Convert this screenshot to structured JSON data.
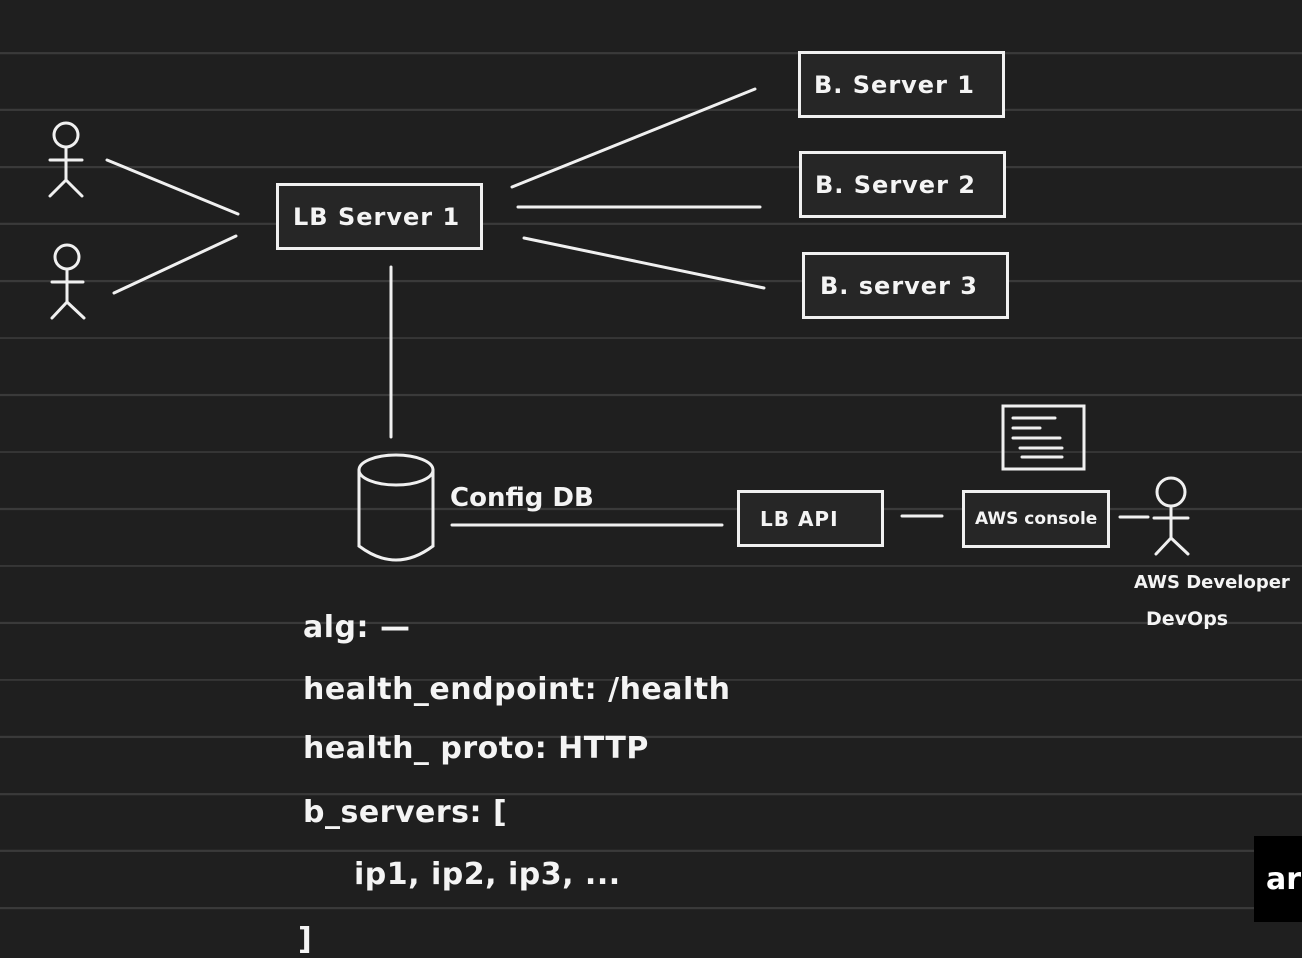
{
  "diagram": {
    "lb_server": "LB Server 1",
    "backends": [
      "B. Server 1",
      "B. Server 2",
      "B. server 3"
    ],
    "config_db": "Config DB",
    "lb_api": "LB API",
    "aws_console": "AWS console",
    "developer_label_1": "AWS Developer",
    "developer_label_2": "DevOps"
  },
  "config": {
    "alg": "alg: —",
    "health_endpoint": "health_endpoint: /health",
    "health_proto": "health_ proto: HTTP",
    "b_servers": "b_servers: [",
    "ips": "ip1, ip2, ip3, ...",
    "close": "]"
  },
  "overlay": {
    "badge_text": "ar"
  },
  "colors": {
    "background": "#1f1f1f",
    "stroke": "#f0f0f0",
    "ruled_line": "#3a3a3a"
  }
}
